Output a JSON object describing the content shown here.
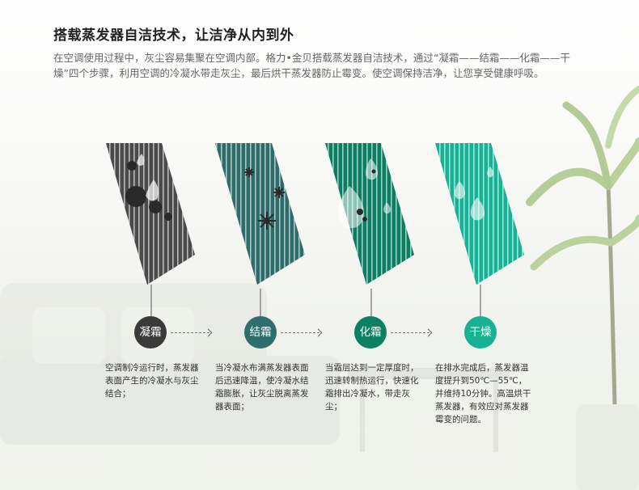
{
  "header": {
    "title": "搭载蒸发器自洁技术，让洁净从内到外",
    "description": "在空调使用过程中，灰尘容易集聚在空调内部。格力•金贝搭载蒸发器自洁技术，通过“凝霜——结霜——化霜——干燥”四个步骤，利用空调的冷凝水带走灰尘，最后烘干蒸发器防止霉变。使空调保持洁净，让您享受健康呼吸。"
  },
  "steps": [
    {
      "label": "凝霜",
      "color": "#3a3a3a",
      "panel_color": "#4a4a4a",
      "icon": "dust-droplet-icon",
      "note": "空调制冷运行时，蒸发器表面产生的冷凝水与灰尘结合；"
    },
    {
      "label": "结霜",
      "color": "#2e6f6b",
      "panel_color": "#2f6b68",
      "icon": "snowflake-icon",
      "note": "当冷凝水布满蒸发器表面后迅速降温，使冷凝水结霜膨胀，让灰尘脱离蒸发器表面；"
    },
    {
      "label": "化霜",
      "color": "#0e8062",
      "panel_color": "#0d7c60",
      "icon": "melting-droplet-icon",
      "note": "当霜层达到一定厚度时，迅速转制热运行，快速化霜排出冷凝水，带走灰尘；"
    },
    {
      "label": "干燥",
      "color": "#17b294",
      "panel_color": "#19b196",
      "icon": "clean-droplet-icon",
      "note": "在排水完成后，蒸发器温度提升到50℃—55℃，并维持10分钟。高温烘干蒸发器，有效应对蒸发器霉变的问题。"
    }
  ]
}
